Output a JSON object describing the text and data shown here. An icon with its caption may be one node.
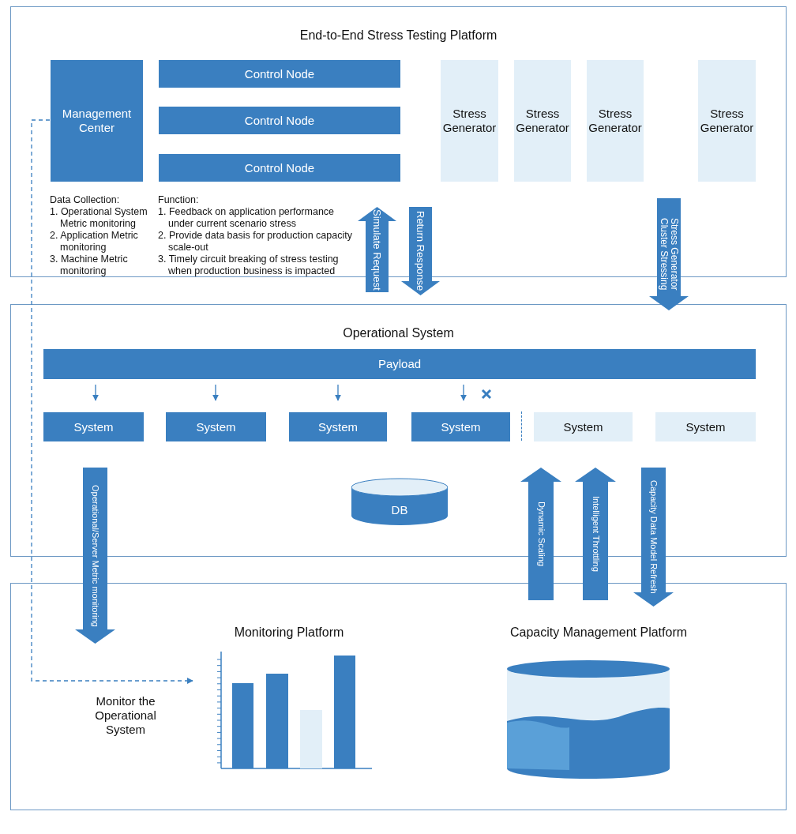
{
  "diagram": {
    "nodes": [
      {
        "text": [
          "End-to-End Stress Testing Platform"
        ]
      },
      {
        "text": [
          "Management Center"
        ],
        "in": 0
      },
      {
        "text": [
          "Control Node"
        ],
        "in": 0
      },
      {
        "text": [
          "Control Node"
        ],
        "in": 0
      },
      {
        "text": [
          "Control Node"
        ],
        "in": 0
      },
      {
        "text": [
          "Stress Generator"
        ],
        "in": 0
      },
      {
        "text": [
          "Stress Generator"
        ],
        "in": 0
      },
      {
        "text": [
          "Stress Generator"
        ],
        "in": 0
      },
      {
        "text": [
          "Stress Generator"
        ],
        "in": 0
      },
      {
        "text": [
          "Operational System"
        ]
      },
      {
        "text": [
          "Payload"
        ],
        "in": 9
      },
      {
        "text": [
          "System"
        ],
        "in": 9
      },
      {
        "text": [
          "System"
        ],
        "in": 9
      },
      {
        "text": [
          "System"
        ],
        "in": 9
      },
      {
        "text": [
          "System"
        ],
        "in": 9
      },
      {
        "text": [
          "System"
        ],
        "in": 9
      },
      {
        "text": [
          "System"
        ],
        "in": 9
      },
      {
        "text": [
          "DB"
        ],
        "in": 9
      },
      {
        "text": [],
        "shape": "box"
      },
      {
        "text": [
          "Monitoring Platform"
        ],
        "in": 18
      },
      {
        "text": [
          "Capacity Management Platform"
        ],
        "in": 18
      }
    ],
    "edges": [
      {
        "from": 9,
        "to": 0,
        "arrow": "to",
        "label": "Simulate Request",
        "style": "thick"
      },
      {
        "from": 0,
        "to": 9,
        "arrow": "to",
        "label": "Return Response",
        "style": "thick"
      },
      {
        "from": 0,
        "to": 9,
        "arrow": "to",
        "label": "Stress Generator Cluster Stressing",
        "style": "thick"
      },
      {
        "from": 10,
        "to": 11,
        "arrow": "to"
      },
      {
        "from": 10,
        "to": 12,
        "arrow": "to"
      },
      {
        "from": 10,
        "to": 13,
        "arrow": "to"
      },
      {
        "from": 10,
        "to": 14,
        "arrow": "to"
      },
      {
        "from": 9,
        "to": 18,
        "arrow": "to",
        "label": "Operational/Server Metric monitoring",
        "style": "thick"
      },
      {
        "from": 18,
        "to": 9,
        "arrow": "to",
        "label": "Dynamic Scaling",
        "style": "thick"
      },
      {
        "from": 18,
        "to": 9,
        "arrow": "to",
        "label": "Intelligent Throttling",
        "style": "thick"
      },
      {
        "from": 9,
        "to": 18,
        "arrow": "to",
        "label": "Capacity Data Model Refresh",
        "style": "thick"
      },
      {
        "from": 1,
        "to": 19,
        "arrow": "to",
        "label": "Monitor the Operational System",
        "style": "dashed"
      }
    ],
    "labels": [
      "Data Collection:",
      "1. Operational System Metric monitoring",
      "2. Application Metric monitoring",
      "3. Machine Metric monitoring",
      "Function:",
      "1. Feedback on application performance under current scenario stress",
      "2. Provide data basis for production capacity scale-out",
      "3. Timely circuit breaking of stress testing when production business is impacted"
    ]
  }
}
